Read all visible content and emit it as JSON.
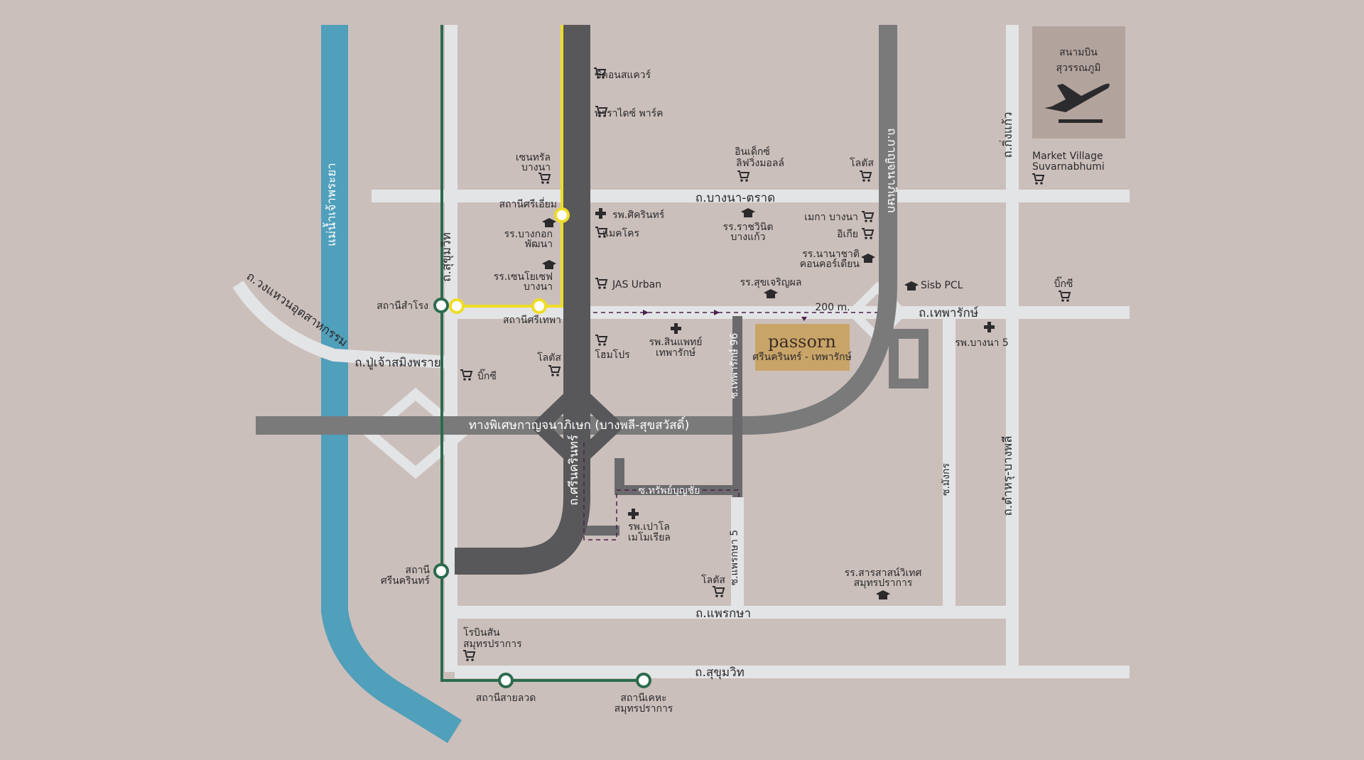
{
  "colors": {
    "background": "#cbbfbb",
    "minor_road": "#e3e4e6",
    "major_road": "#7a7a7b",
    "dark_road": "#58585a",
    "river": "#509fbb",
    "green_line": "#2c6b4e",
    "yellow_line": "#eedc27",
    "route": "#4a1f4a",
    "brand_gold": "#c9a468",
    "icons": "#2b2a2c"
  },
  "airport": {
    "line1": "สนามบิน",
    "line2": "สุวรรณภูมิ",
    "icon": "airplane-takeoff-icon"
  },
  "roads": {
    "bangna_trad": "ถ.บางนา-ตราด",
    "sukhumvit_v": "ถ.สุขุมวิท",
    "kanchana": "ทางพิเศษกาญจนาภิเษก (บางพลี-สุขสวัสดิ์)",
    "theparak": "ถ.เทพารักษ์",
    "praeksa": "ถ.แพรกษา",
    "sukhumvit_h": "ถ.สุขุมวิท",
    "pu_chao": "ถ.ปู่เจ้าสมิงพราย",
    "utsahakam": "ถ.วงแหวนอุตสาหกรรม",
    "srinakarin": "ถ.ศรีนครินทร์",
    "kanchana_v": "ถ.กาญจนาภิเษก",
    "king_kaew": "ถ.กิ่งแก้ว",
    "tamru": "ถ.ตำหรุ-บางพลี",
    "soi_mangkorn": "ซ.มังกร",
    "soi_theparak96": "ซ.เทพารักษ์ 96",
    "soi_sap": "ซ.ทรัพย์บุญชัย",
    "soi_praeksa5": "ซ.แพรกษา 5",
    "river": "แม่น้ำเจ้าพระยา"
  },
  "distance": "200 m.",
  "project": {
    "name": "passorn",
    "sub": "ศรีนครินทร์ - เทพารักษ์"
  },
  "stations": {
    "si_iam": "สถานีศรีเอี่ยม",
    "samrong": "สถานีสำโรง",
    "si_thepha": "สถานีศรีเทพา",
    "srinakarin_l1": "สถานี",
    "srinakarin_l2": "ศรีนครินทร์",
    "sai_luat": "สถานีสายลวด",
    "kheha_l1": "สถานีเคหะ",
    "kheha_l2": "สมุทรปราการ"
  },
  "shops": {
    "seacon": "ซีคอนสแควร์",
    "paradise": "พาราไดซ์ พาร์ค",
    "central_l1": "เซนทรัล",
    "central_l2": "บางนา",
    "index_l1": "อินเด็กซ์",
    "index_l2": "ลิฟวิ่งมอลล์",
    "lotus_top": "โลตัส",
    "market_l1": "Market Village",
    "market_l2": "Suvarnabhumi",
    "makro": "แมคโคร",
    "mega": "เมกา บางนา",
    "ikea": "อิเกีย",
    "jas": "JAS Urban",
    "bigc_right": "บิ๊กซี",
    "homepro": "โฮมโปร",
    "lotus_mid": "โลตัส",
    "bigc_left": "บิ๊กซี",
    "lotus_bottom": "โลตัส",
    "robinson_l1": "โรบินสัน",
    "robinson_l2": "สมุทรปราการ"
  },
  "schools": {
    "bangkok_patana_l1": "รร.บางกอก",
    "bangkok_patana_l2": "พัฒนา",
    "st_joseph_l1": "รร.เซนโยเซฟ",
    "st_joseph_l2": "บางนา",
    "ratchawinit_l1": "รร.ราชวินิต",
    "ratchawinit_l2": "บางแก้ว",
    "concordian_l1": "รร.นานาชาติ",
    "concordian_l2": "คอนคอร์เดียน",
    "sisb": "Sisb PCL",
    "sukcharoen": "รร.สุขเจริญผล",
    "sarasas_l1": "รร.สารสาสน์วิเทศ",
    "sarasas_l2": "สมุทรปราการ"
  },
  "hospitals": {
    "sikarin": "รพ.ศิครินทร์",
    "sinphaet_l1": "รพ.สินแพทย์",
    "sinphaet_l2": "เทพารักษ์",
    "bangna5": "รพ.บางนา 5",
    "paolo_l1": "รพ.เปาโล",
    "paolo_l2": "เมโมเรียล"
  }
}
